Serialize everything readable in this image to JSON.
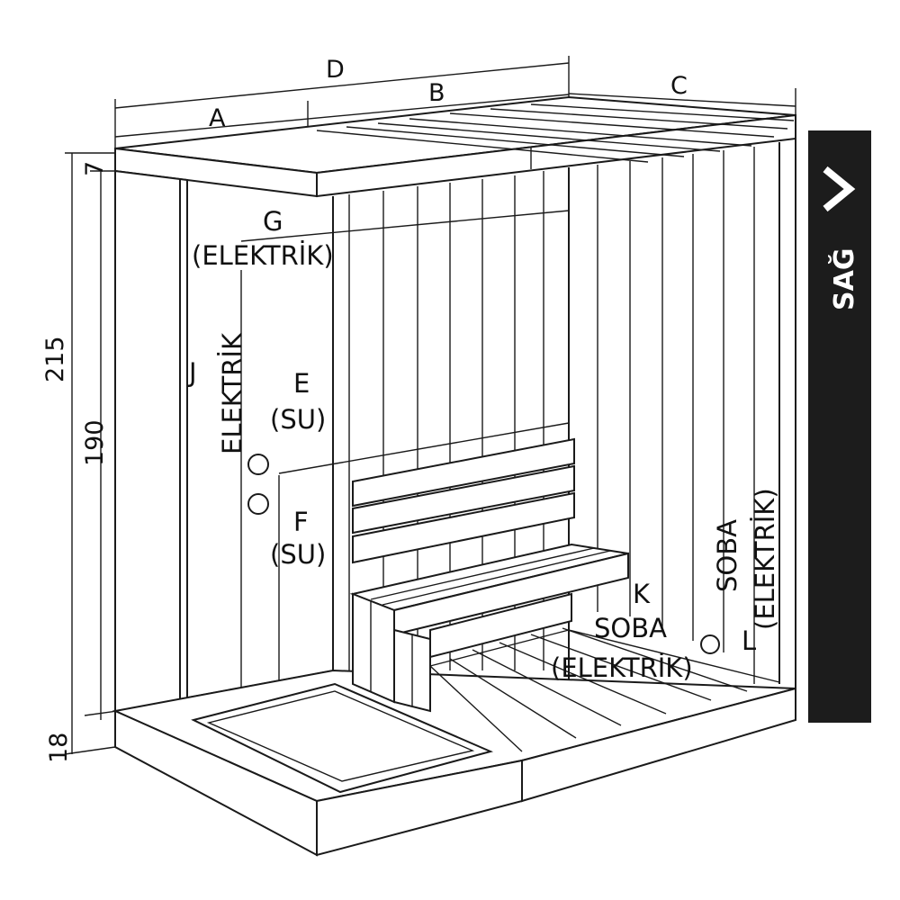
{
  "dimensions": {
    "A": "A",
    "B": "B",
    "C": "C",
    "D": "D",
    "h_total": "215",
    "h_inner": "190",
    "h_top": "7",
    "h_base": "18"
  },
  "labels": {
    "G": "G",
    "G_sub": "(ELEKTRİK)",
    "J": "J",
    "J_vertical": "ELEKTRİK",
    "E": "E",
    "E_sub": "(SU)",
    "F": "F",
    "F_sub": "(SU)",
    "K": "K",
    "K_soba": "SOBA",
    "K_sub": "(ELEKTRİK)",
    "L": "L",
    "L_soba": "SOBA",
    "L_sub": "(ELEKTRİK)"
  },
  "side_tab": {
    "label": "SAĞ",
    "icon": "chevron-right-icon",
    "background": "#1c1c1c",
    "text_color": "#ffffff"
  }
}
